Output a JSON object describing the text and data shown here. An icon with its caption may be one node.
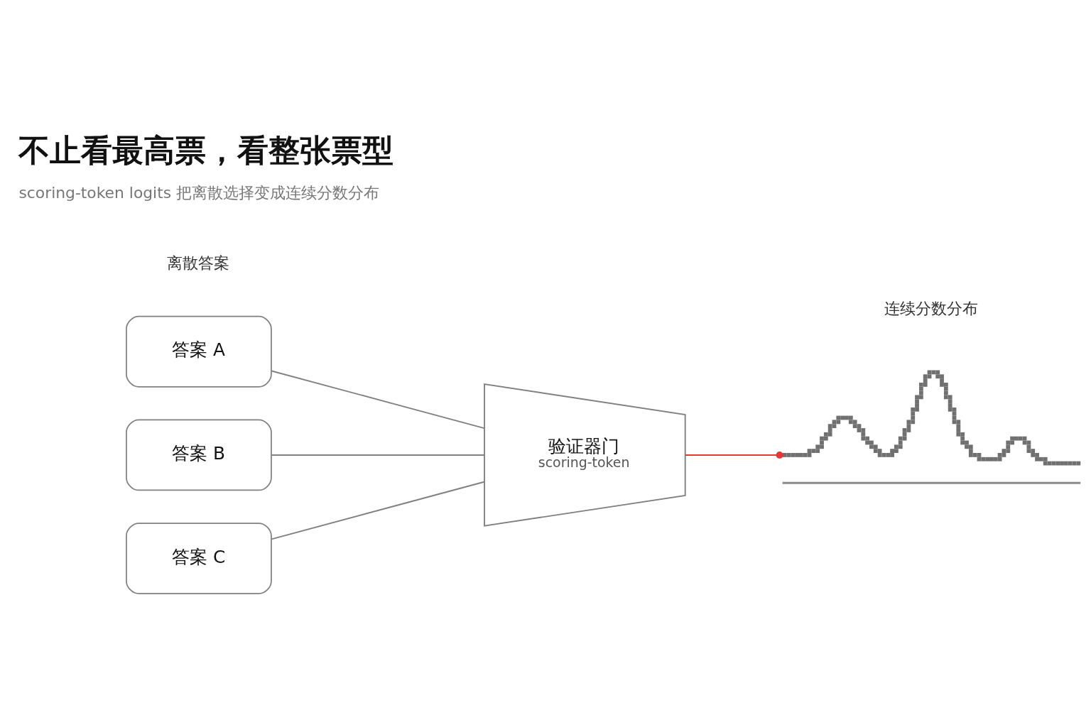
{
  "diagram": {
    "title": "不止看最高票，看整张票型",
    "nodes": [
      {
        "text": [
          "答案 A"
        ]
      },
      {
        "text": [
          "答案 B"
        ]
      },
      {
        "text": [
          "答案 C"
        ]
      },
      {
        "text": [
          "验证器门",
          "scoring-token"
        ]
      },
      {
        "text": [],
        "shape": "picture"
      }
    ],
    "edges": [
      {
        "from": 0,
        "to": 3,
        "arrow": "none"
      },
      {
        "from": 1,
        "to": 3,
        "arrow": "none"
      },
      {
        "from": 2,
        "to": 3,
        "arrow": "none"
      },
      {
        "from": 3,
        "to": 4,
        "arrow": "other",
        "color": "#e53935"
      }
    ],
    "labels": [
      "scoring-token logits 把离散选择变成连续分数分布",
      "离散答案",
      "连续分数分布"
    ]
  }
}
